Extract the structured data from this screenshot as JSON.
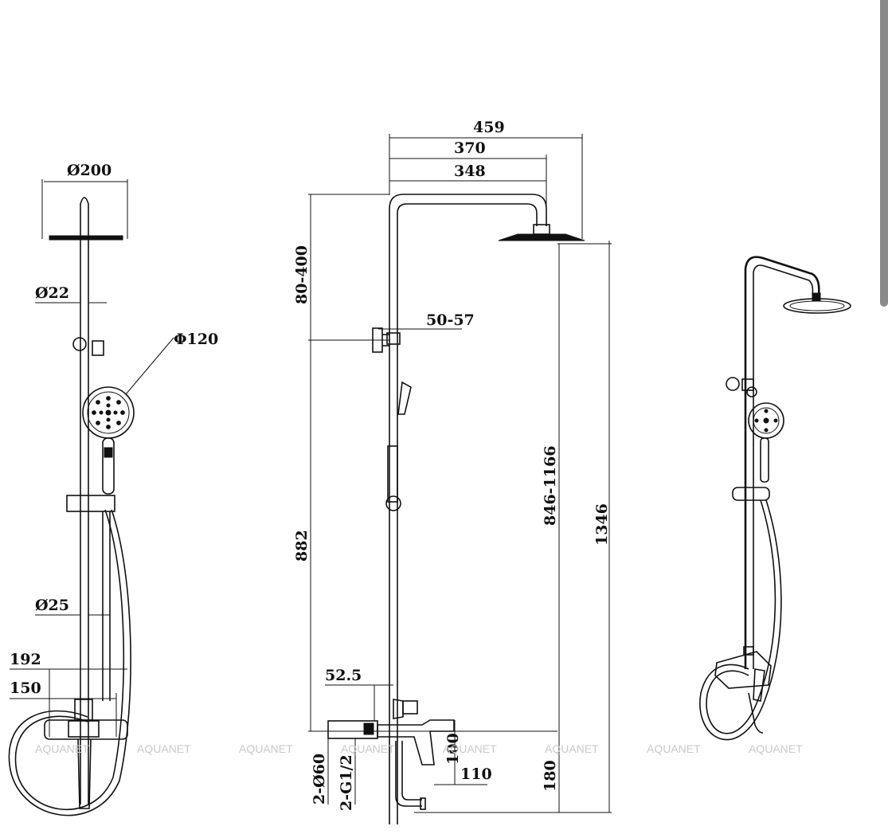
{
  "dimensions": {
    "front": {
      "head_diameter": "Ø200",
      "pipe_upper": "Ø22",
      "hand_shower": "Φ120",
      "pipe_lower": "Ø25",
      "width_outer": "192",
      "width_inner": "150"
    },
    "side": {
      "overall_reach": "459",
      "arm_reach": "370",
      "arm_inner": "348",
      "adjust_top": "80-400",
      "bracket_offset": "50-57",
      "rail_length": "882",
      "height_range": "846-1166",
      "total_height": "1346",
      "mixer_depth": "52.5",
      "spout_height": "100",
      "spout_reach": "110",
      "floor_offset": "180",
      "flange": "2-Ø60",
      "thread": "2-G1/2"
    }
  },
  "watermark": "AQUANET",
  "colors": {
    "line": "#111111",
    "watermark": "#c9c9c9",
    "scrollbar": "#8a8a8a"
  }
}
